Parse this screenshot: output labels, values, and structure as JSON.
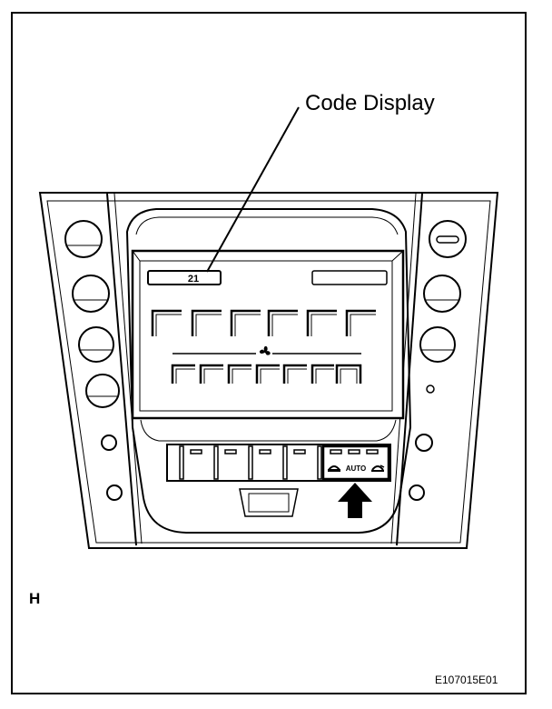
{
  "callout": {
    "label": "Code Display"
  },
  "display": {
    "code_value": "21"
  },
  "buttons": {
    "auto_label": "AUTO"
  },
  "view_letter": "H",
  "figure_id": "E107015E01",
  "icons": [
    "recirculation-icon",
    "fresh-air-icon",
    "fan-icon",
    "press-arrow-icon"
  ]
}
